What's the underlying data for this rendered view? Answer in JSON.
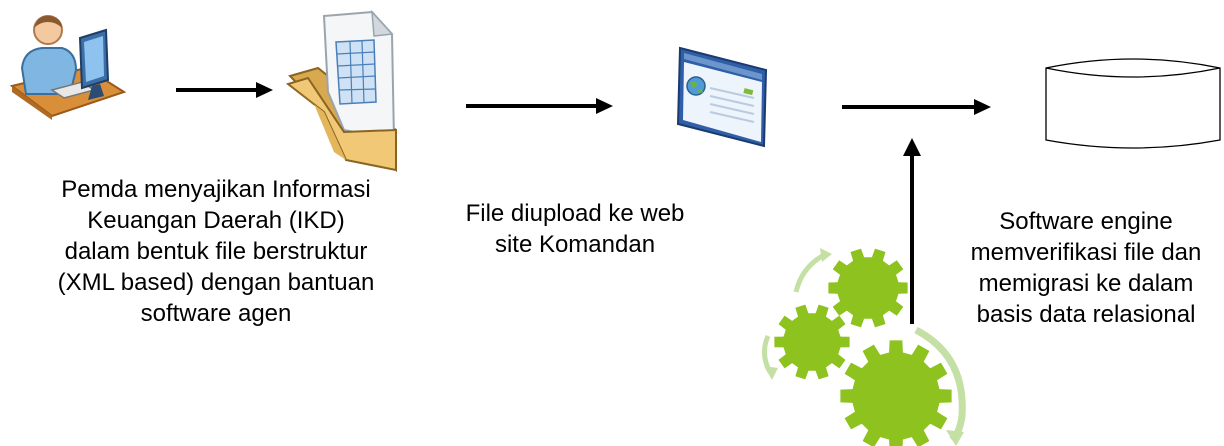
{
  "steps": [
    {
      "icon": "user-at-computer-icon",
      "lines": [
        "Pemda menyajikan Informasi",
        "Keuangan Daerah (IKD)",
        "dalam bentuk file berstruktur",
        "(XML based) dengan bantuan",
        "software agen"
      ]
    },
    {
      "icon": "web-browser-window-icon",
      "lines": [
        "File diupload ke web",
        "site Komandan"
      ]
    },
    {
      "icon": "gears-icon",
      "lines": [
        "Software engine",
        "memverifikasi file dan",
        "memigrasi ke dalam",
        "basis data relasional"
      ]
    }
  ],
  "other_icons": [
    "document-folder-icon",
    "database-cylinder-icon"
  ],
  "colors": {
    "arrow": "#000000",
    "gear_green": "#8DC21F",
    "gear_arc": "#C5E0A5",
    "folder": "#E8C170",
    "browser_blue": "#2F5FA8"
  }
}
